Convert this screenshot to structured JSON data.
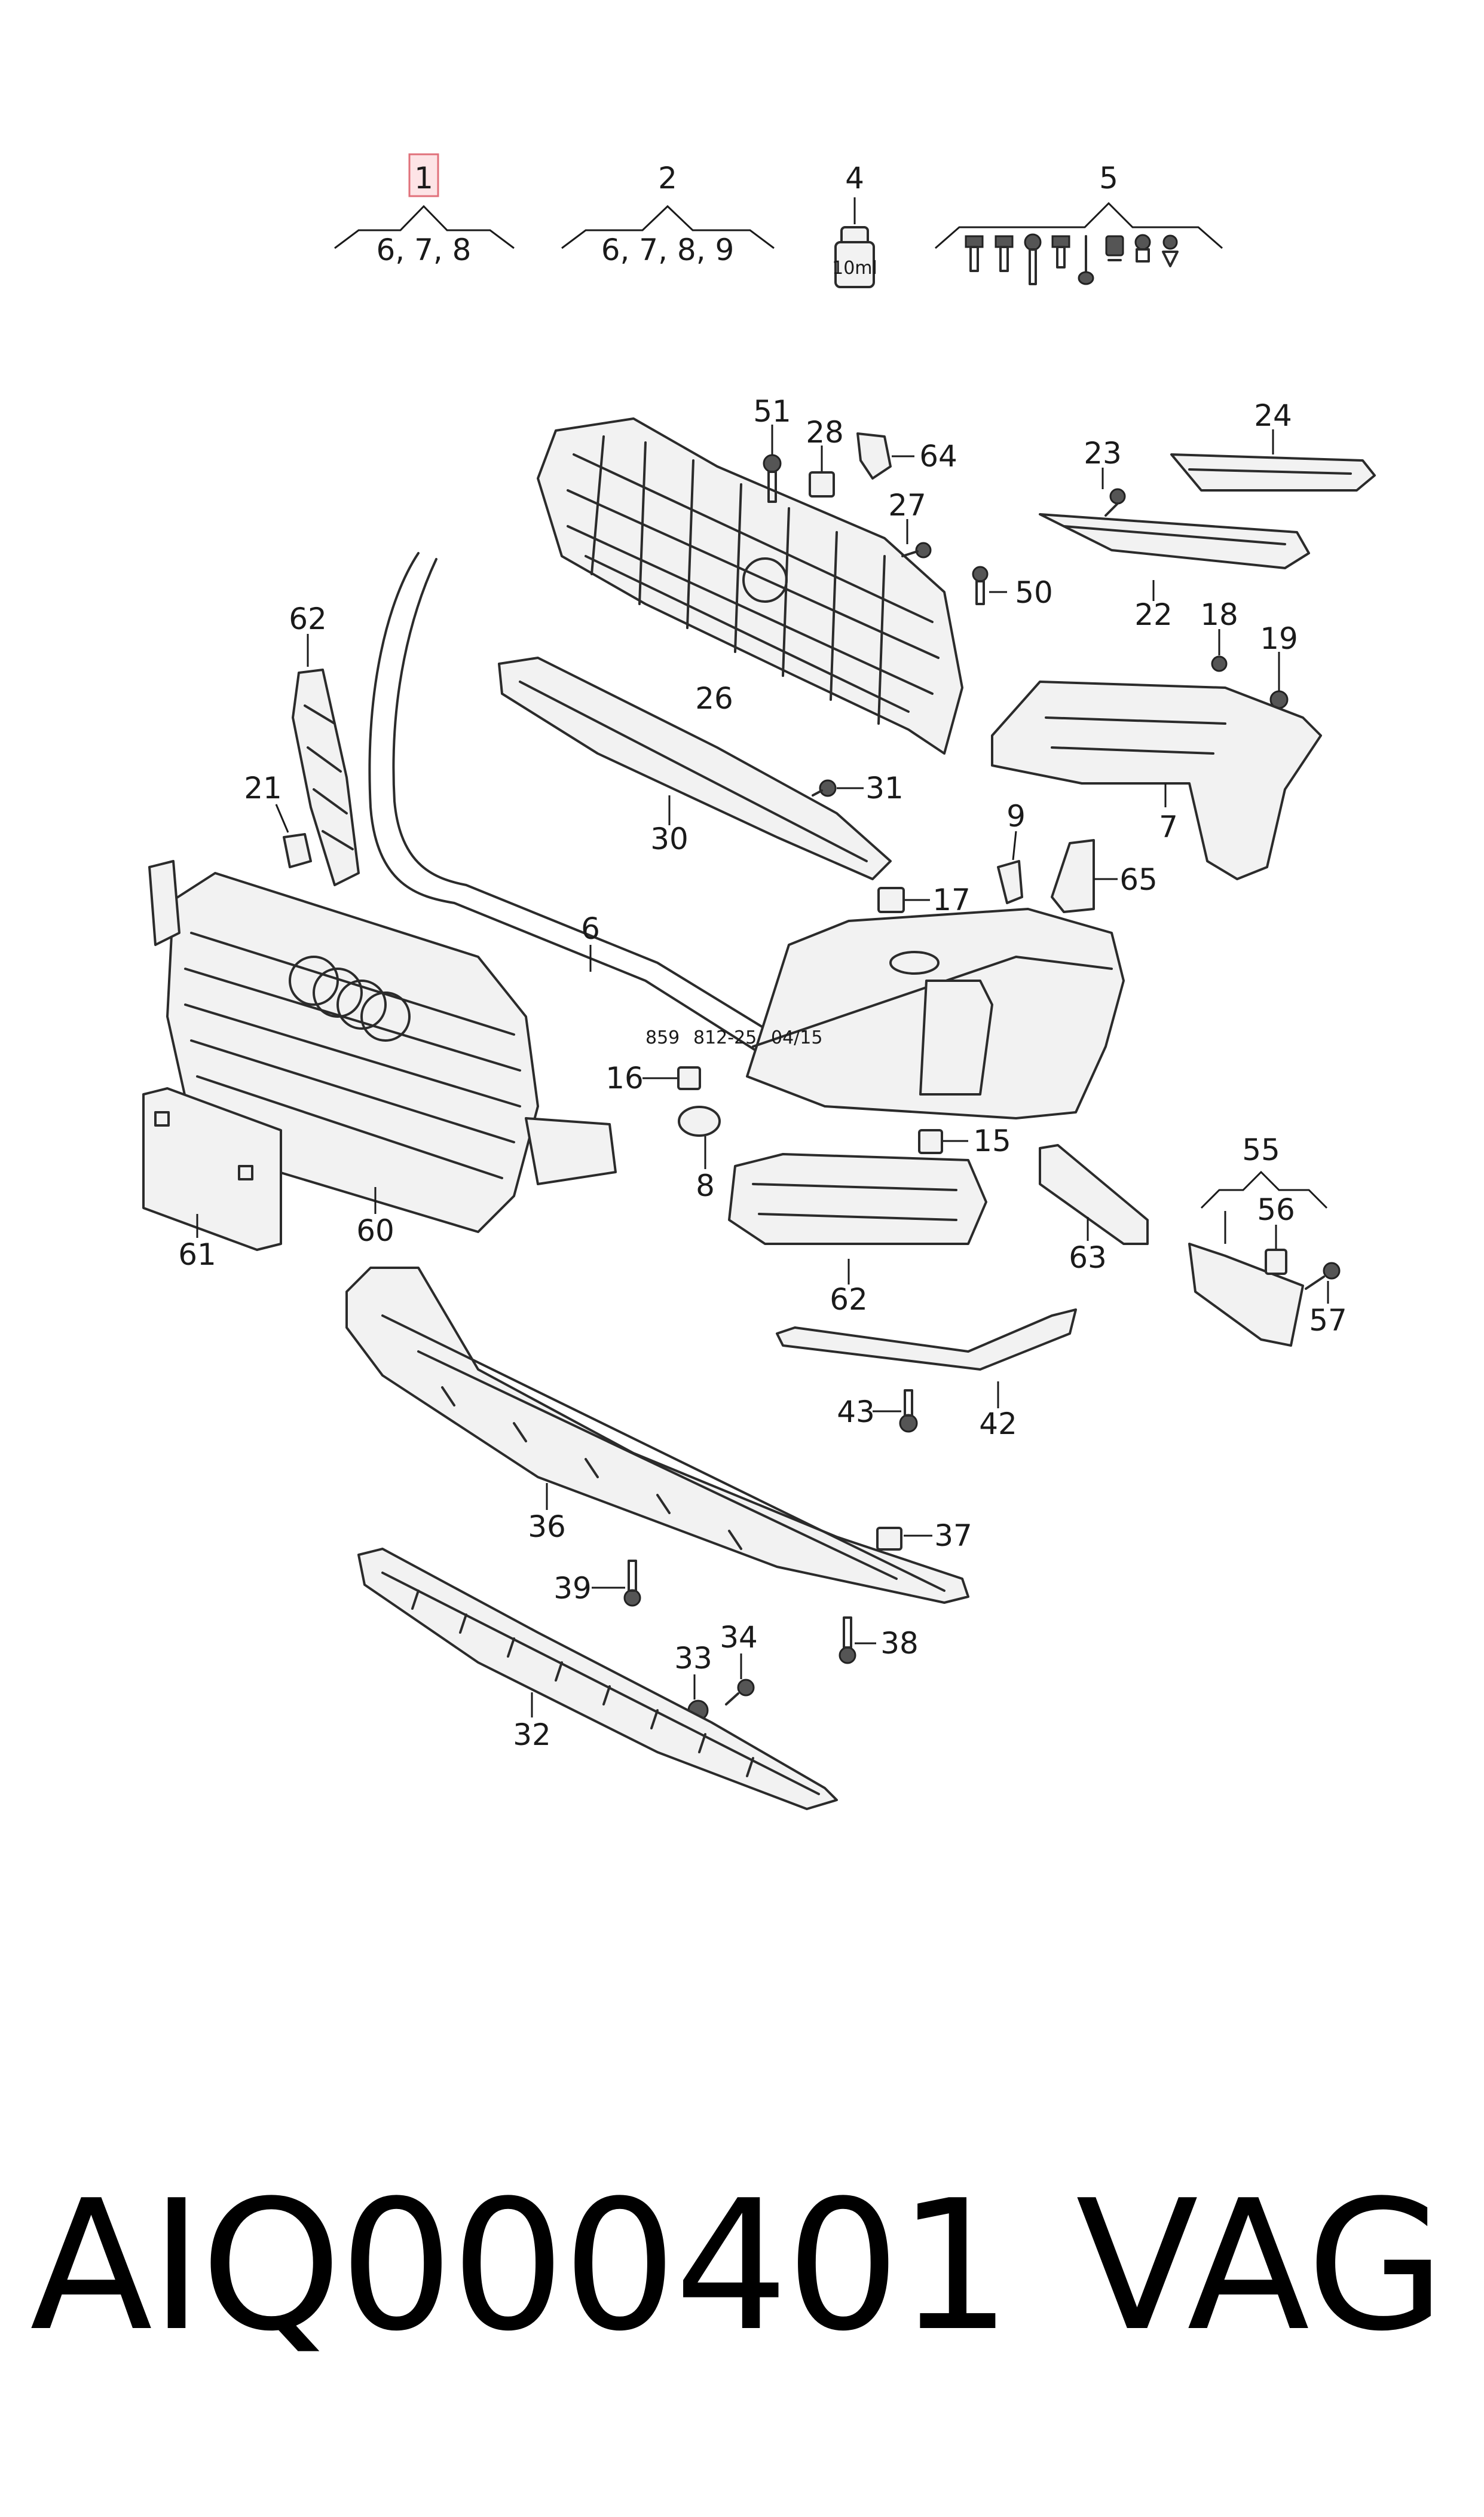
{
  "header_groups": [
    {
      "num": "1",
      "sub": "6, 7, 8",
      "highlighted": true
    },
    {
      "num": "2",
      "sub": "6, 7, 8, 9",
      "highlighted": false
    },
    {
      "num": "4",
      "sub": "",
      "bottle_label": "10ml"
    },
    {
      "num": "5",
      "sub": ""
    }
  ],
  "callouts": {
    "c51": "51",
    "c28": "28",
    "c64": "64",
    "c27": "27",
    "c50": "50",
    "c23": "23",
    "c24": "24",
    "c22": "22",
    "c18": "18",
    "c19": "19",
    "c62a": "62",
    "c26": "26",
    "c21": "21",
    "c31": "31",
    "c30": "30",
    "c7": "7",
    "c9": "9",
    "c65": "65",
    "c17": "17",
    "c6": "6",
    "c16": "16",
    "c8": "8",
    "c15": "15",
    "c61": "61",
    "c60": "60",
    "c55": "55",
    "c56": "56",
    "c63": "63",
    "c57": "57",
    "c62b": "62",
    "c43": "43",
    "c42": "42",
    "c36": "36",
    "c37": "37",
    "c39": "39",
    "c34": "34",
    "c38": "38",
    "c33": "33",
    "c32": "32"
  },
  "stamp": {
    "a": "859",
    "b": "812-25",
    "c": "04/15"
  },
  "footer": {
    "code": "AIQ000401",
    "brand": "VAG"
  },
  "colors": {
    "highlight_fill": "#fde4e6",
    "highlight_stroke": "#e0707a",
    "line": "#2b2b2b"
  }
}
